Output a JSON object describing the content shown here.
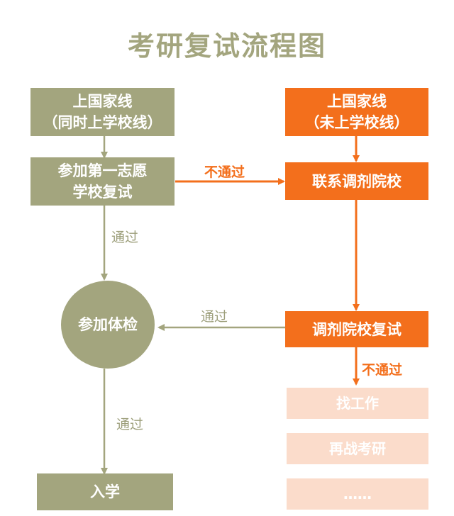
{
  "title": "考研复试流程图",
  "colors": {
    "green": "#A3A57E",
    "orange": "#F36F1C",
    "faded": "#FBDCCB",
    "label_green": "#9C9E7A"
  },
  "left": {
    "start": {
      "line1": "上国家线",
      "line2": "（同时上学校线）"
    },
    "first_choice": {
      "line1": "参加第一志愿",
      "line2": "学校复试"
    },
    "physical_exam": "参加体检",
    "enroll": "入学",
    "pass_label_1": "通过",
    "pass_label_2": "通过"
  },
  "right": {
    "start": {
      "line1": "上国家线",
      "line2": "（未上学校线）"
    },
    "contact": "联系调剂院校",
    "adjust_retest": "调剂院校复试",
    "find_job": "找工作",
    "retry": "再战考研",
    "more": "……",
    "fail_label": "不通过"
  },
  "cross": {
    "fail_label": "不通过",
    "pass_label": "通过"
  }
}
